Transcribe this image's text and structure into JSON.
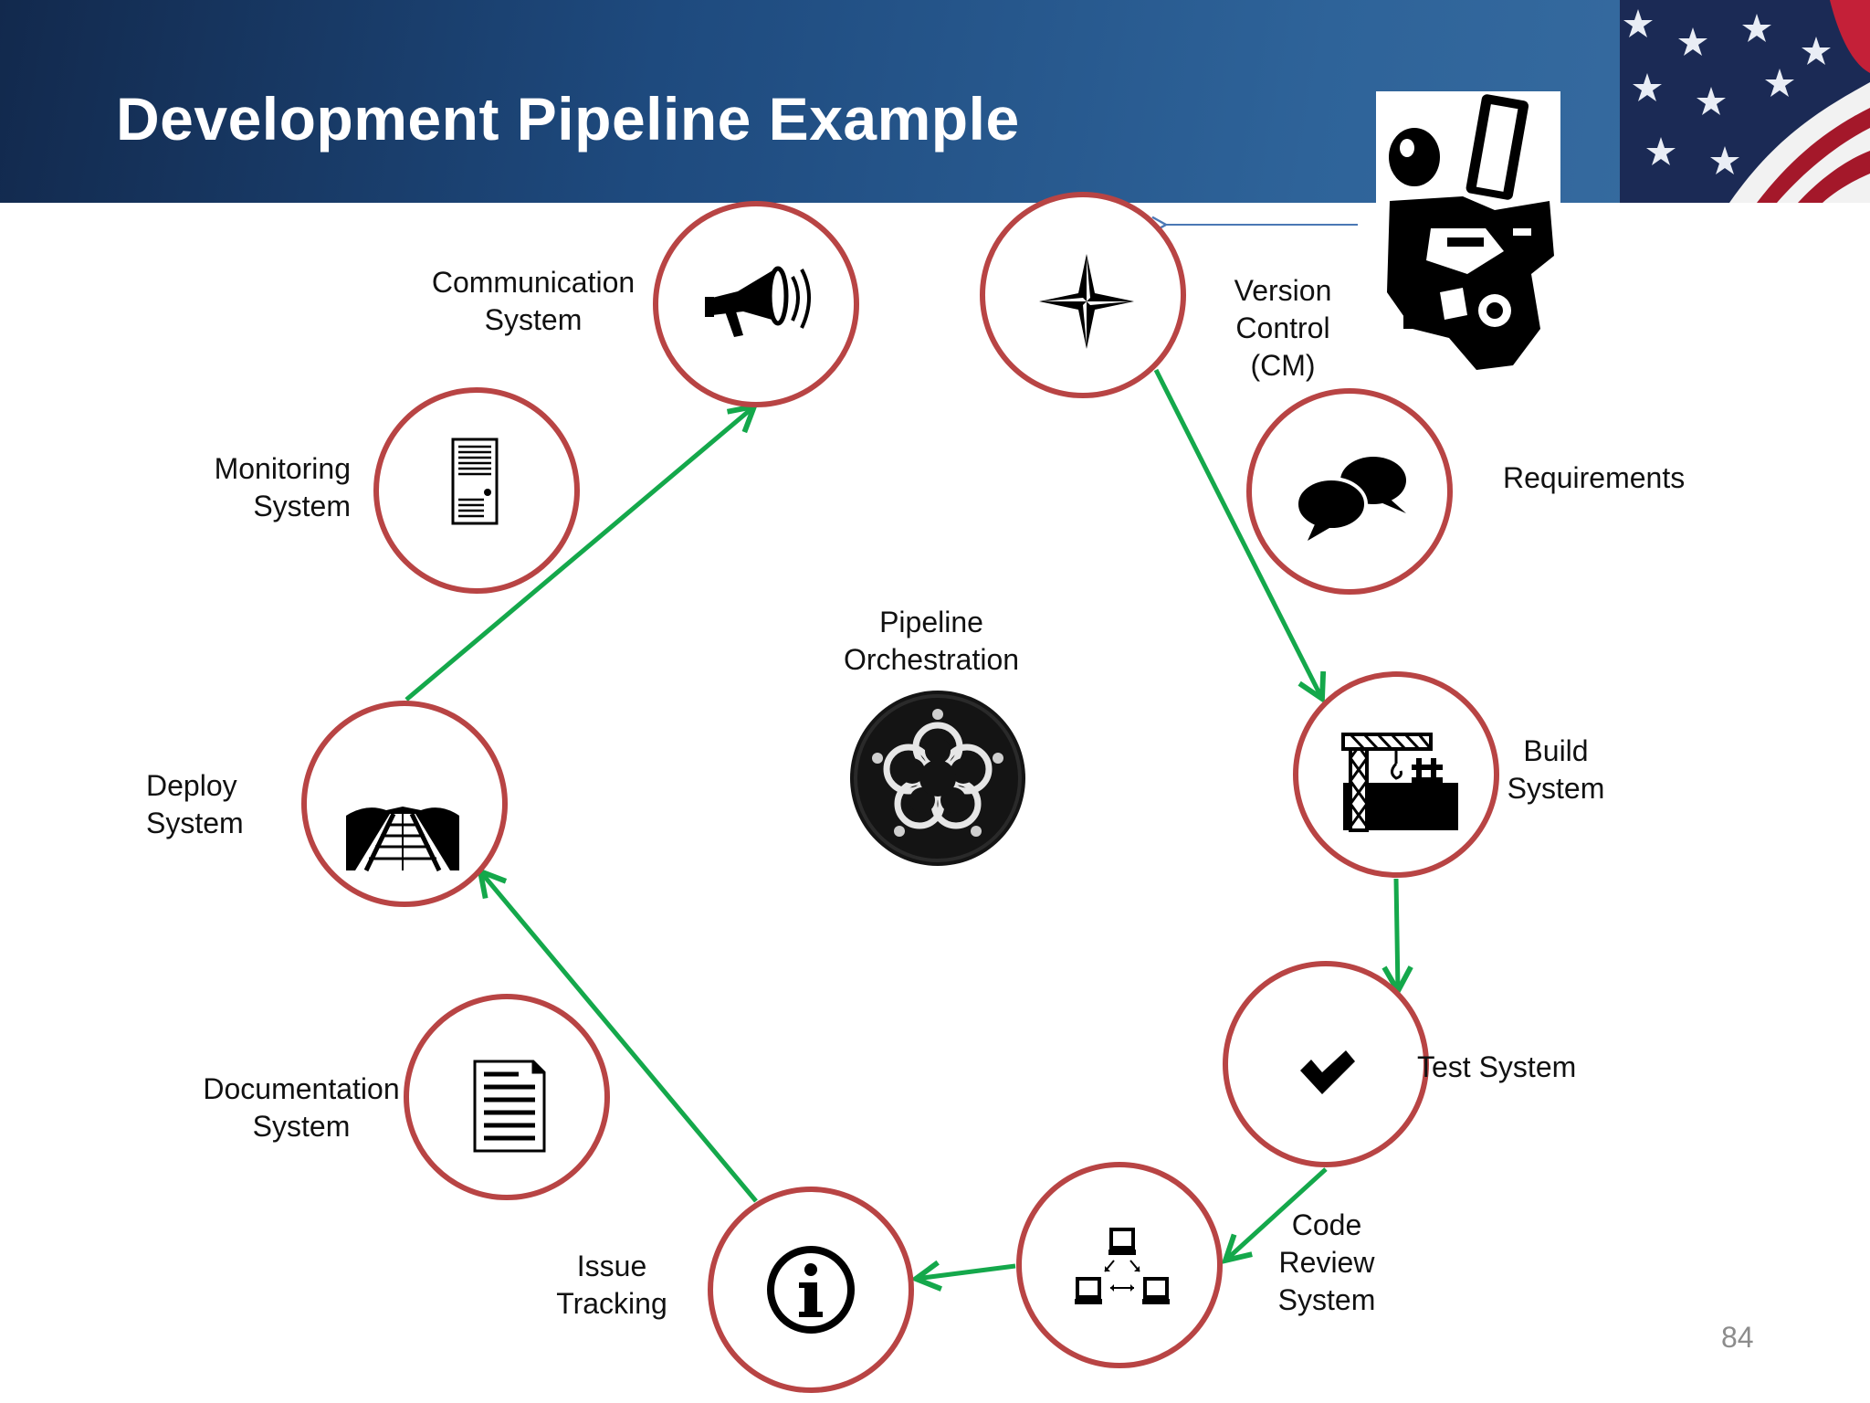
{
  "title": "Development Pipeline Example",
  "page_number": "84",
  "center": {
    "line1": "Pipeline",
    "line2": "Orchestration",
    "icon": "pipeline-orchestration-icon"
  },
  "nodes": {
    "communication": {
      "line1": "Communication",
      "line2": "System",
      "icon": "megaphone-icon"
    },
    "version_control": {
      "line1": "Version",
      "line2": "Control",
      "line3": "(CM)",
      "icon": "compass-star-icon"
    },
    "requirements": {
      "line1": "Requirements",
      "icon": "speech-bubbles-icon"
    },
    "monitoring": {
      "line1": "Monitoring",
      "line2": "System",
      "icon": "server-tower-icon"
    },
    "build": {
      "line1": "Build",
      "line2": "System",
      "icon": "construction-crane-icon"
    },
    "deploy": {
      "line1": "Deploy",
      "line2": "System",
      "icon": "railroad-track-icon"
    },
    "test": {
      "line1": "Test System",
      "icon": "checkmark-icon"
    },
    "documentation": {
      "line1": "Documentation",
      "line2": "System",
      "icon": "document-icon"
    },
    "issue_tracking": {
      "line1": "Issue",
      "line2": "Tracking",
      "icon": "info-icon"
    },
    "code_review": {
      "line1": "Code",
      "line2": "Review",
      "line3": "System",
      "icon": "network-computers-icon"
    }
  },
  "colors": {
    "header_dark": "#12294d",
    "header_light": "#3a6fa3",
    "circle_stroke": "#b84444",
    "arrow_green": "#14a84b",
    "pointer_arrow": "#4a78b5",
    "page_number": "#8c8c8c"
  }
}
